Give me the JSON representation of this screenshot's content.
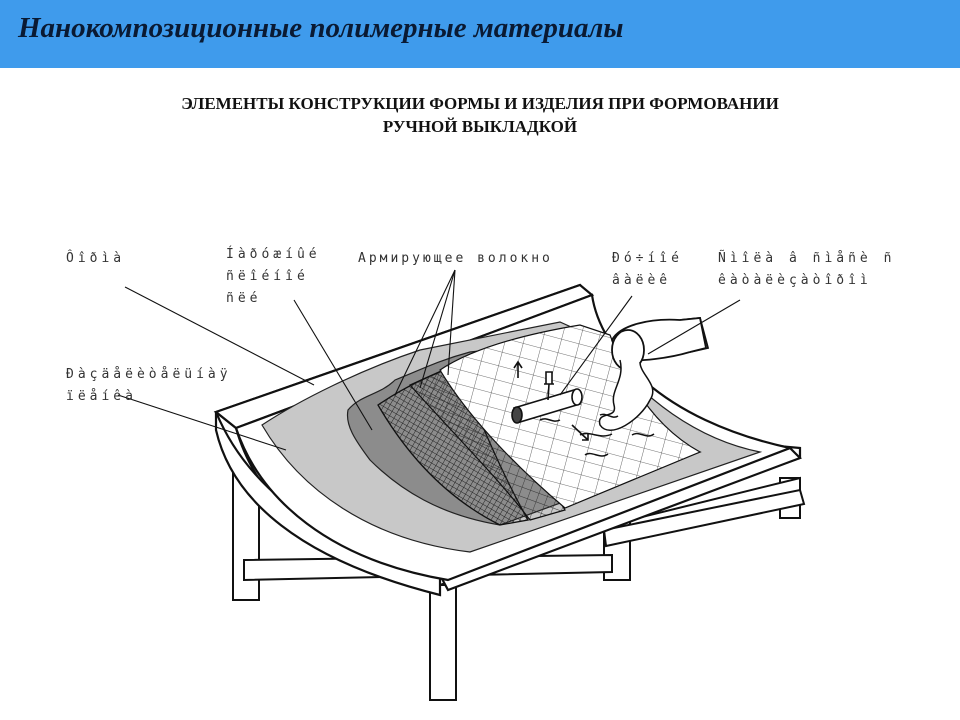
{
  "header": {
    "title": "Нанокомпозиционные полимерные материалы",
    "background_color": "#3f9bec"
  },
  "subtitle": {
    "line1": "ЭЛЕМЕНТЫ КОНСТРУКЦИИ ФОРМЫ И ИЗДЕЛИЯ ПРИ ФОРМОВАНИИ",
    "line2": "РУЧНОЙ ВЫКЛАДКОЙ"
  },
  "labels": {
    "forma": {
      "line1": "Ôîðìà"
    },
    "release_layer": {
      "line1": "Ðàçäåëèòåëüíàÿ",
      "line2": "ïëåíêà"
    },
    "gel_coat": {
      "line1": "Íàðóæíûé",
      "line2": "ñëîéíîé",
      "line3": "ñëé"
    },
    "fiber": {
      "line1": "Армирующее волокно"
    },
    "roller": {
      "line1": "Ðó÷íîé",
      "line2": "âàëèê"
    },
    "resin": {
      "line1": "Ñìîëà â ñìåñè ñ",
      "line2": "êàòàëèçàòîðîì"
    }
  }
}
